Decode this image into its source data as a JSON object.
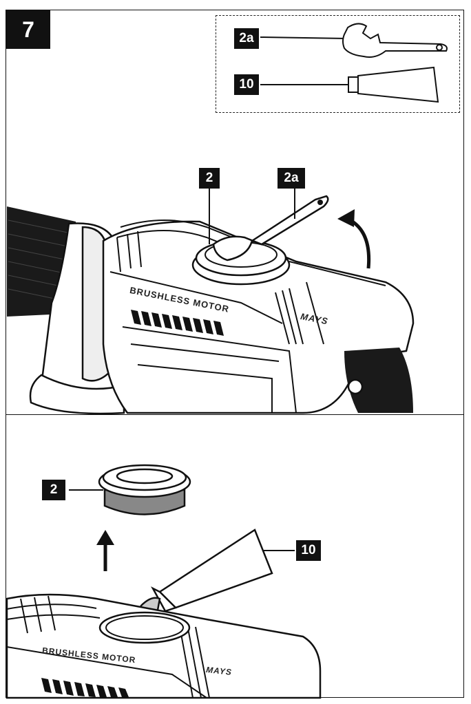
{
  "step_number": "7",
  "labels": {
    "wrench_legend": "2a",
    "grease_legend": "10",
    "cap_top": "2",
    "wrench_top": "2a",
    "cap_bottom": "2",
    "grease_bottom": "10"
  },
  "tool_text": {
    "motor_top": "BRUSHLESS MOTOR",
    "logo_top": "MAYS",
    "motor_bottom": "BRUSHLESS MOTOR",
    "logo_bottom": "MAYS"
  }
}
